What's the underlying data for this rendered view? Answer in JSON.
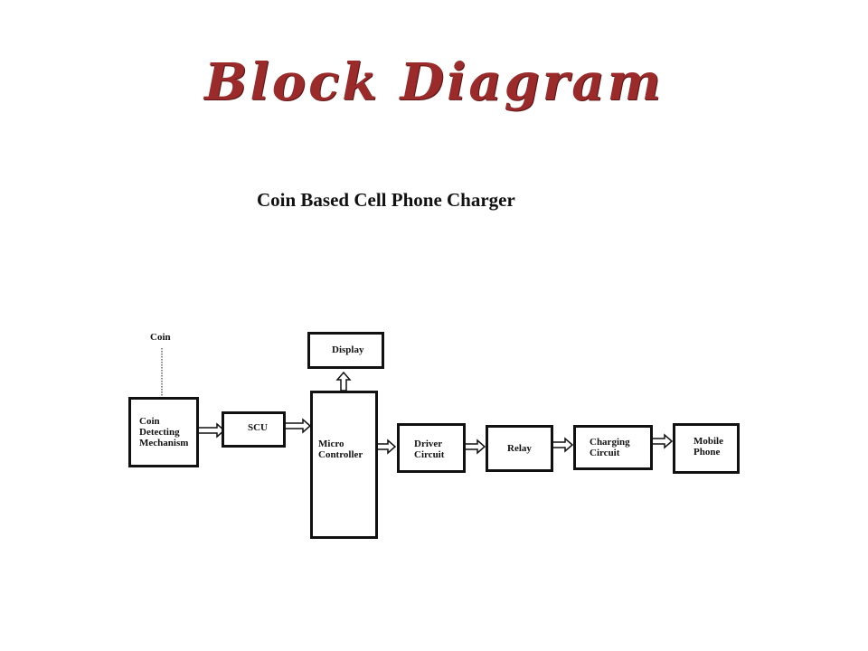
{
  "slide_title": "Block Diagram",
  "diagram_title": "Coin Based  Cell Phone Charger",
  "input_label": "Coin",
  "blocks": {
    "coin_detecting": "Coin\nDetecting\nMechanism",
    "scu": "SCU",
    "micro_controller": "Micro\nController",
    "display": "Display",
    "driver_circuit": "Driver\nCircuit",
    "relay": "Relay",
    "charging_circuit": "Charging\nCircuit",
    "mobile_phone": "Mobile\nPhone"
  },
  "colors": {
    "title": "#9b2a2a",
    "lines": "#111111"
  }
}
